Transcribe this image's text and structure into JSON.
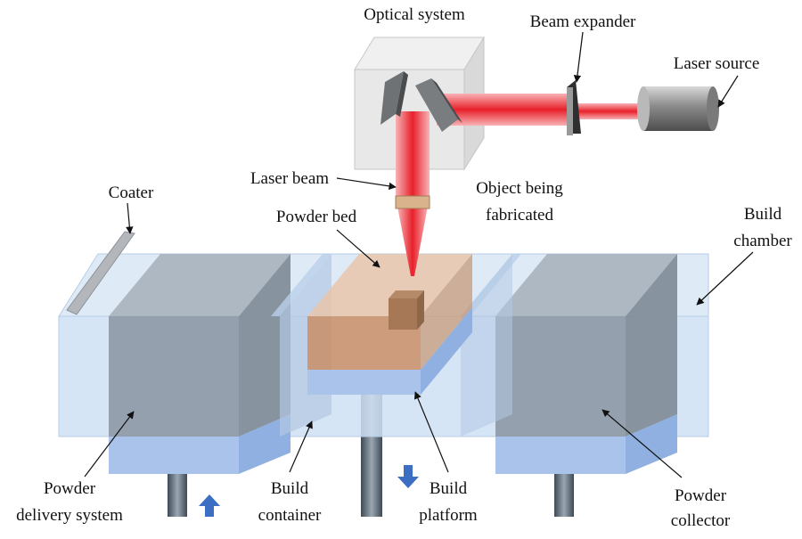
{
  "labels": {
    "optical_system": "Optical system",
    "beam_expander": "Beam expander",
    "laser_source": "Laser source",
    "laser_beam": "Laser beam",
    "coater": "Coater",
    "object_line1": "Object being",
    "object_line2": "fabricated",
    "powder_bed": "Powder bed",
    "build_chamber_line1": "Build",
    "build_chamber_line2": "chamber",
    "powder_delivery_line1": "Powder",
    "powder_delivery_line2": "delivery system",
    "build_container_line1": "Build",
    "build_container_line2": "container",
    "build_platform_line1": "Build",
    "build_platform_line2": "platform",
    "powder_collector_line1": "Powder",
    "powder_collector_line2": "collector"
  },
  "colors": {
    "laser": "#e8202a",
    "chamber_glass": "#cfe0f3",
    "powder_block": "#8e9aa6",
    "powder_bed": "#c98a5e",
    "platform": "#a9c3ea",
    "arrow": "#3c6fc4",
    "piston": "#6f7f8c"
  }
}
